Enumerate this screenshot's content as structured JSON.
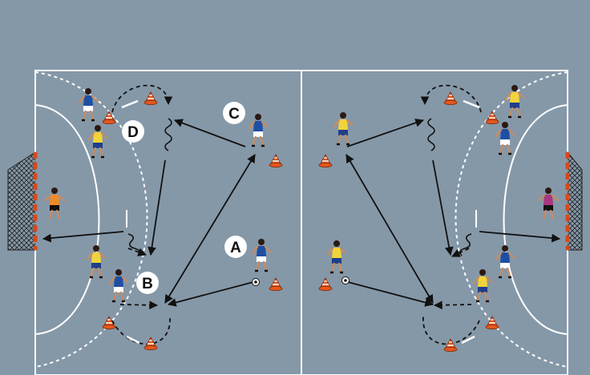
{
  "court": {
    "surface_color": "#8598a8",
    "line_color": "#ffffff",
    "goal_color": "#d9481c"
  },
  "labels": {
    "a": "A",
    "b": "B",
    "c": "C",
    "d": "D"
  },
  "colors": {
    "blue_team": "#1f4fa3",
    "yellow_team": "#f2d33a",
    "goalkeeper_left": "#f28a28",
    "goalkeeper_right": "#a8377f",
    "shorts": "#ffffff",
    "cone": "#e4571e",
    "arrow": "#111111"
  },
  "icons": {
    "cone": "cone-icon",
    "ball": "ball-icon",
    "player": "player-figure-icon",
    "goal": "goal-net-icon"
  }
}
